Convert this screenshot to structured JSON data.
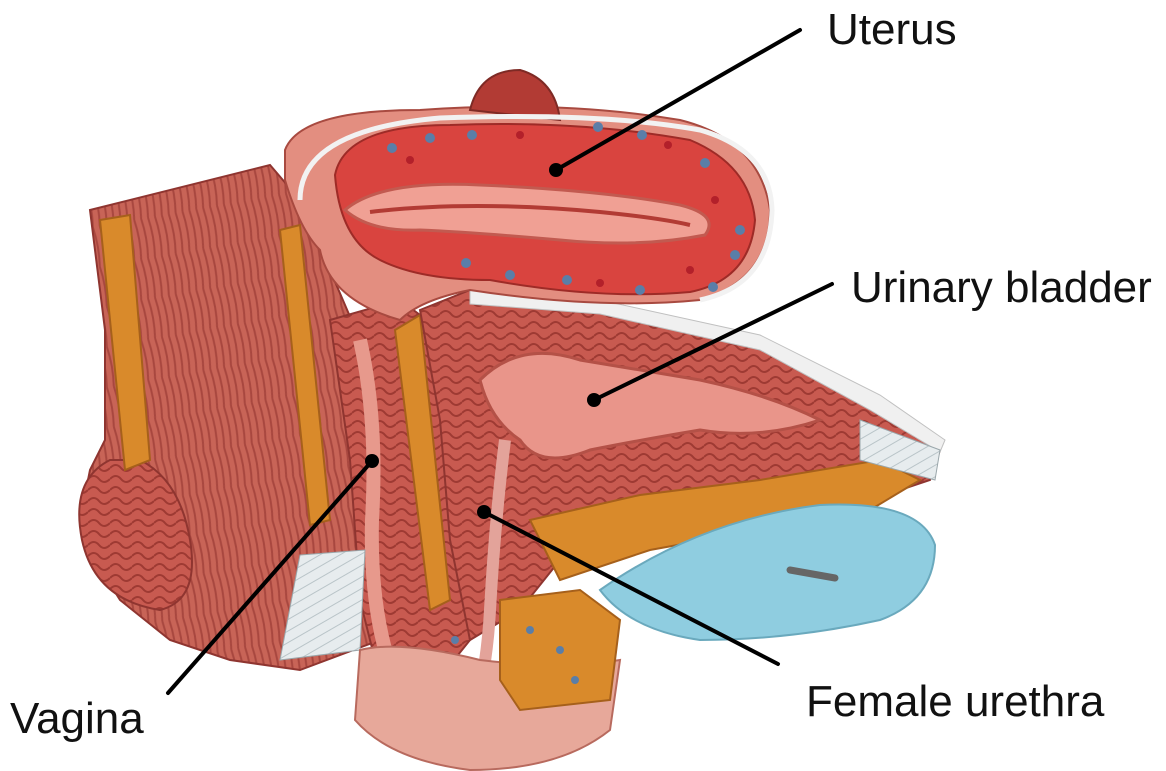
{
  "labels": {
    "uterus": "Uterus",
    "urinary_bladder": "Urinary bladder",
    "vagina": "Vagina",
    "female_urethra": "Female urethra"
  },
  "colors": {
    "tissue_dark": "#b5473f",
    "tissue_mid": "#cf6a5e",
    "tissue_light": "#e7998c",
    "uterine_wall": "#d9443f",
    "fat_orange": "#d98a2b",
    "blue_base": "#8fcde0",
    "leader_line": "#000000"
  }
}
